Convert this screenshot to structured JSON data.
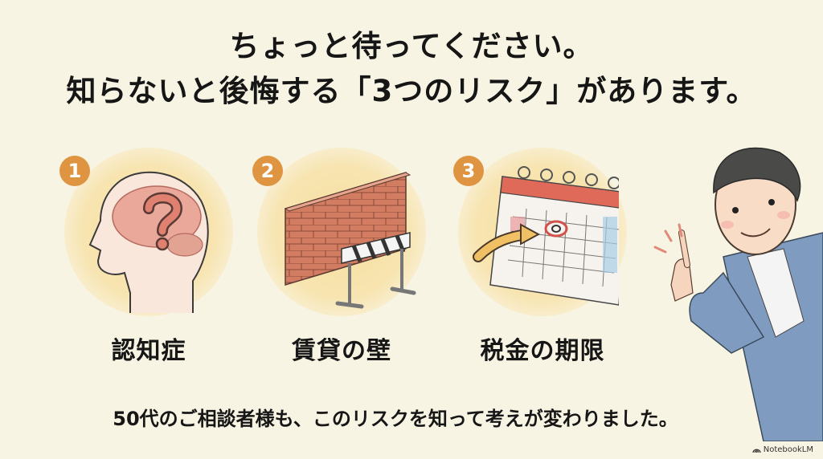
{
  "title": {
    "line1": "ちょっと待ってください。",
    "line2": "知らないと後悔する「3つのリスク」があります。"
  },
  "risks": [
    {
      "number": "1",
      "label": "認知症",
      "icon": "brain-question-icon"
    },
    {
      "number": "2",
      "label": "賃貸の壁",
      "icon": "brick-wall-barrier-icon"
    },
    {
      "number": "3",
      "label": "税金の期限",
      "icon": "calendar-deadline-icon"
    }
  ],
  "subtitle": "50代のご相談者様も、このリスクを知って考えが変わりました。",
  "brand": {
    "label": "NotebookLM",
    "icon": "notebooklm-logo-icon"
  },
  "colors": {
    "background": "#f8f4e3",
    "badge": "#de9440",
    "text": "#161616",
    "blob": "#f8dfa0"
  }
}
